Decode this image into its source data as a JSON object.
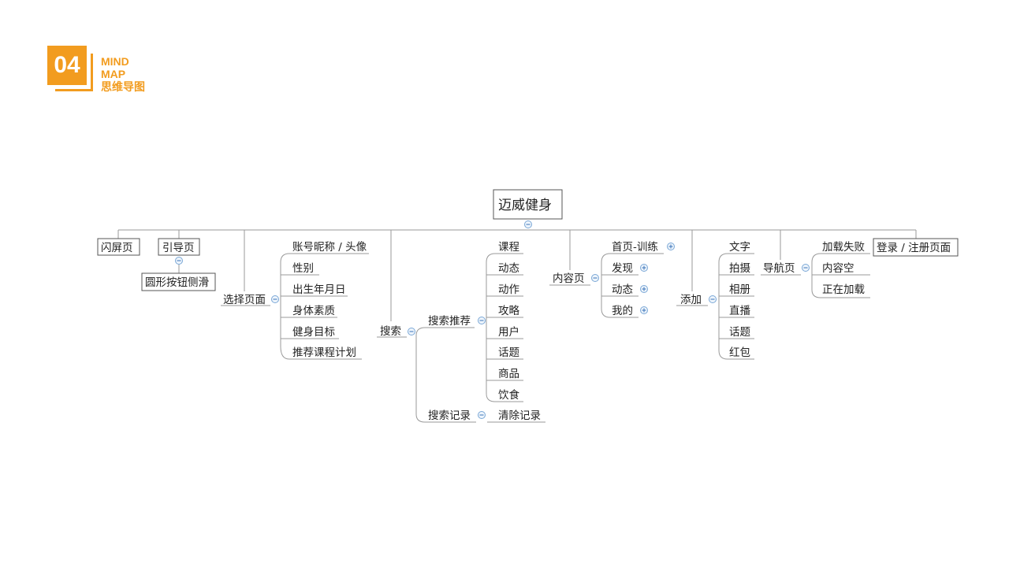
{
  "badge": {
    "number": "04",
    "line1": "MIND",
    "line2": "MAP",
    "line3": "思维导图",
    "color": "#f29c1f"
  },
  "mindmap": {
    "root": "迈威健身",
    "branches": {
      "splash": "闪屏页",
      "guide": {
        "label": "引导页",
        "children": [
          "圆形按钮侧滑"
        ]
      },
      "select": {
        "label": "选择页面",
        "children": [
          "账号昵称 / 头像",
          "性别",
          "出生年月日",
          "身体素质",
          "健身目标",
          "推荐课程计划"
        ]
      },
      "search": {
        "label": "搜索",
        "recommend": {
          "label": "搜索推荐",
          "children": [
            "课程",
            "动态",
            "动作",
            "攻略",
            "用户",
            "话题",
            "商品",
            "饮食"
          ]
        },
        "history": {
          "label": "搜索记录",
          "children": [
            "清除记录"
          ]
        }
      },
      "content": {
        "label": "内容页",
        "children": [
          "首页-训练",
          "发现",
          "动态",
          "我的"
        ]
      },
      "add": {
        "label": "添加",
        "children": [
          "文字",
          "拍摄",
          "相册",
          "直播",
          "话题",
          "红包"
        ]
      },
      "nav": {
        "label": "导航页",
        "children": [
          "加载失败",
          "内容空",
          "正在加载"
        ]
      },
      "login": "登录 / 注册页面"
    }
  }
}
